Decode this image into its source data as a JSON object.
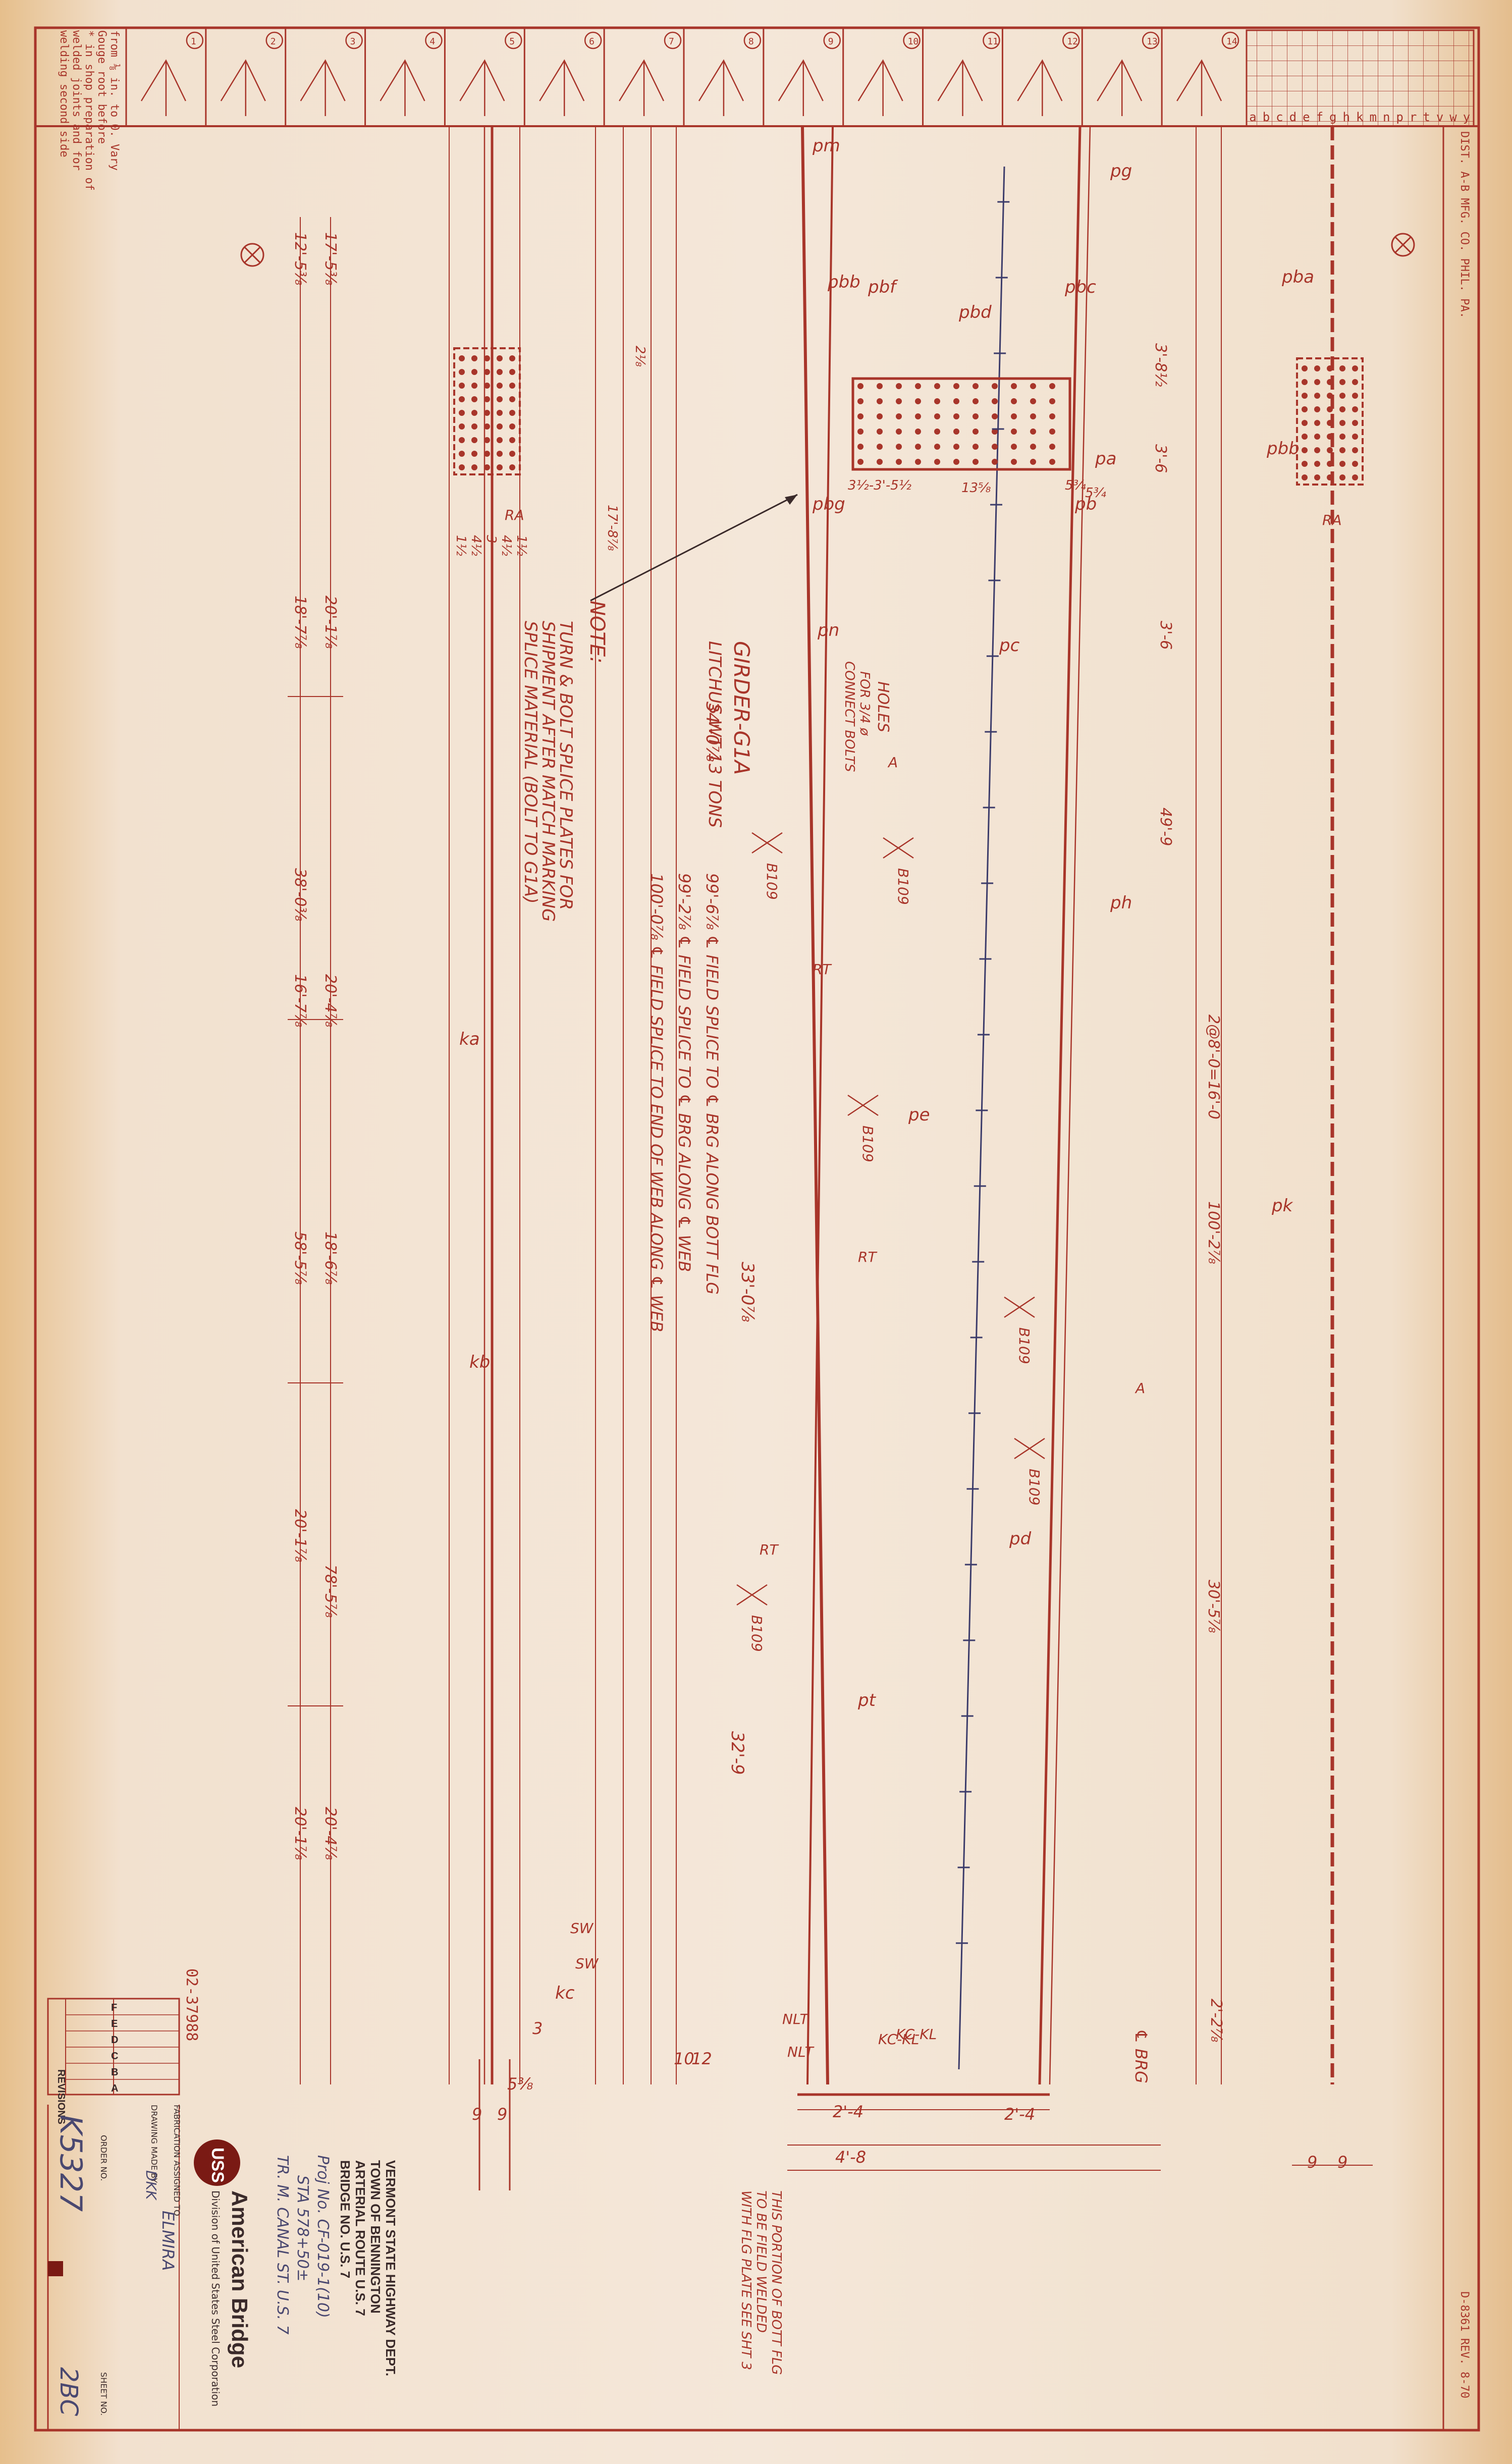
{
  "title_block": {
    "client": "VERMONT STATE HIGHWAY DEPT.",
    "town": "TOWN OF BENNINGTON",
    "route": "ARTERIAL ROUTE U.S. 7",
    "bridge": "BRIDGE NO. U.S. 7",
    "notes_lines": [
      "Proj No. CF-019-1(10)",
      "STA 578+50±",
      "TR. M. CANAL ST. U.S. 7"
    ],
    "company": "American Bridge",
    "division": "Division of United States Steel Corporation",
    "logo": "USS",
    "fabrication_label": "FABRICATION ASSIGNED TO",
    "fabrication_value": "ELMIRA",
    "drawing_made_label": "DRAWING MADE BY",
    "made_by_value": "DKK",
    "order_no_label": "ORDER NO.",
    "order_no": "K5327",
    "sheet_no_label": "SHEET NO.",
    "sheet_no": "2BC",
    "revisions_label": "REVISIONS",
    "revision_letters": [
      "F",
      "E",
      "D",
      "C",
      "B",
      "A"
    ],
    "stamp": "02-37988"
  },
  "corner_note": {
    "lines": [
      "* in shop preparation of",
      "welded joints and for",
      "welding second side",
      "Gouge root before",
      "from ⅛ in. to 0. Vary"
    ]
  },
  "weld_symbol_labels": [
    "1",
    "2",
    "3",
    "4",
    "5",
    "6",
    "7",
    "8",
    "9",
    "10",
    "11",
    "12",
    "13",
    "14"
  ],
  "grid_letters": [
    "a",
    "b",
    "c",
    "d",
    "e",
    "f",
    "g",
    "h",
    "k",
    "m",
    "n",
    "p",
    "r",
    "t",
    "v",
    "w",
    "y"
  ],
  "edge_text": [
    "DIST. A-B MFG. CO. PHIL. PA.",
    "D-8361 REV. 8-70"
  ],
  "notes": {
    "heading": "NOTE:",
    "lines": [
      "TURN & BOLT SPLICE PLATES FOR",
      "SHIPMENT AFTER MATCH MARKING",
      "SPLICE MATERIAL (BOLT TO G1A)"
    ]
  },
  "girder": {
    "label": "GIRDER-G1A",
    "sublabel": "LITCHUS WT 13 TONS"
  },
  "holes_note": [
    "HOLES",
    "FOR 3/4 ø",
    "CONNECT BOLTS"
  ],
  "splice_notes": [
    "99'-6⅞ ℄ FIELD SPLICE TO ℄ BRG ALONG BOTT FLG",
    "99'-2⅞ ℄ FIELD SPLICE TO ℄ BRG ALONG ℄ WEB",
    "100'-0⅞ ℄ FIELD SPLICE TO END OF WEB ALONG ℄ WEB"
  ],
  "pieces": [
    "pm",
    "pg",
    "pbb",
    "pbf",
    "pbd",
    "pbc",
    "pba",
    "pbb",
    "pbg",
    "pn",
    "pc",
    "ph",
    "pk",
    "pd",
    "pe",
    "pt",
    "pa",
    "pb",
    "ka",
    "kb",
    "kc"
  ],
  "dimensions_left": [
    "12'-5⅜",
    "17'-5⅜",
    "18'-7⅞",
    "20'-1⅞",
    "38'-0⅜",
    "16'-7⅞",
    "20'-4⅞",
    "58'-5⅞",
    "18'-6⅞",
    "20'-1⅞",
    "78'-5⅞",
    "20'-1⅞",
    "20'-4⅞"
  ],
  "dimensions_mid": [
    "34'-0⅞",
    "33'-0⅞",
    "32'-9"
  ],
  "dimensions_right": [
    "3'-8½",
    "3'-6",
    "3'-6",
    "49'-9",
    "2@8'-0=16'-0",
    "100'-2⅞",
    "30'-5⅞",
    "2'-2⅞"
  ],
  "dimensions_bottom": [
    "2'-4",
    "2'-4",
    "4'-8",
    "9",
    "9",
    "3",
    "5⅜",
    "9",
    "9",
    "10",
    "12"
  ],
  "bolt_dims": [
    "1½",
    "4½",
    "3",
    "4½",
    "1½",
    "2⅛",
    "17'-8⅞",
    "13⅝",
    "3½-3'-5½",
    "5¾",
    "5¾"
  ],
  "welds": [
    "B109",
    "B109",
    "B109",
    "B109",
    "B109",
    "B109"
  ],
  "marks": [
    "RA",
    "RA",
    "RT",
    "RT",
    "RT",
    "A",
    "A",
    "SW",
    "SW",
    "NLT",
    "NLT",
    "KC-KL",
    "KC-KL"
  ],
  "bottom_note": [
    "THIS PORTION OF BOTT FLG",
    "TO BE FIELD WELDED",
    "WITH FLG PLATE SEE SHT 3"
  ],
  "bearing_label": "℄ BRG",
  "colors": {
    "ink": "#a8352a",
    "paper": "#f3e6d6",
    "stain": "#e2b67e",
    "title_dark": "#3a2a2a",
    "accent": "#7a1a14"
  }
}
